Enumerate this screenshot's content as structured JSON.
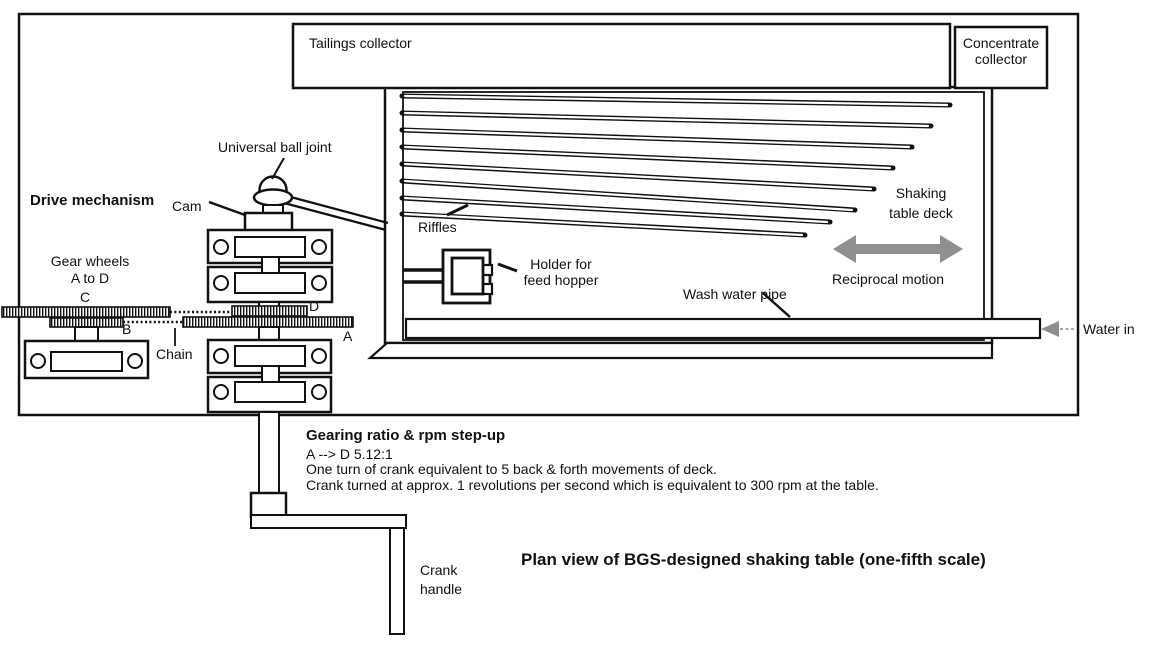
{
  "title": "Plan view of BGS-designed shaking table (one-fifth scale)",
  "colors": {
    "ink": "#111111",
    "arrow_gray": "#8f8f8f",
    "background": "#ffffff"
  },
  "labels": {
    "tailings_collector": "Tailings collector",
    "concentrate_1": "Concentrate",
    "concentrate_2": "collector",
    "universal_ball_joint": "Universal ball joint",
    "drive_mechanism": "Drive mechanism",
    "cam": "Cam",
    "gear_wheels_1": "Gear wheels",
    "gear_wheels_2": "A to D",
    "gear_a": "A",
    "gear_b": "B",
    "gear_c": "C",
    "gear_d": "D",
    "chain": "Chain",
    "riffles": "Riffles",
    "holder_1": "Holder for",
    "holder_2": "feed hopper",
    "shaking_deck_1": "Shaking",
    "shaking_deck_2": "table deck",
    "reciprocal_motion": "Reciprocal motion",
    "wash_water_pipe": "Wash water pipe",
    "water_in": "Water in",
    "crank_1": "Crank",
    "crank_2": "handle"
  },
  "notes": {
    "heading": "Gearing ratio & rpm step-up",
    "line1": "A --> D 5.12:1",
    "line2": "One turn of crank equivalent to 5 back & forth movements of deck.",
    "line3": "Crank turned at approx. 1 revolutions per second which is equivalent to 300 rpm at the table."
  }
}
